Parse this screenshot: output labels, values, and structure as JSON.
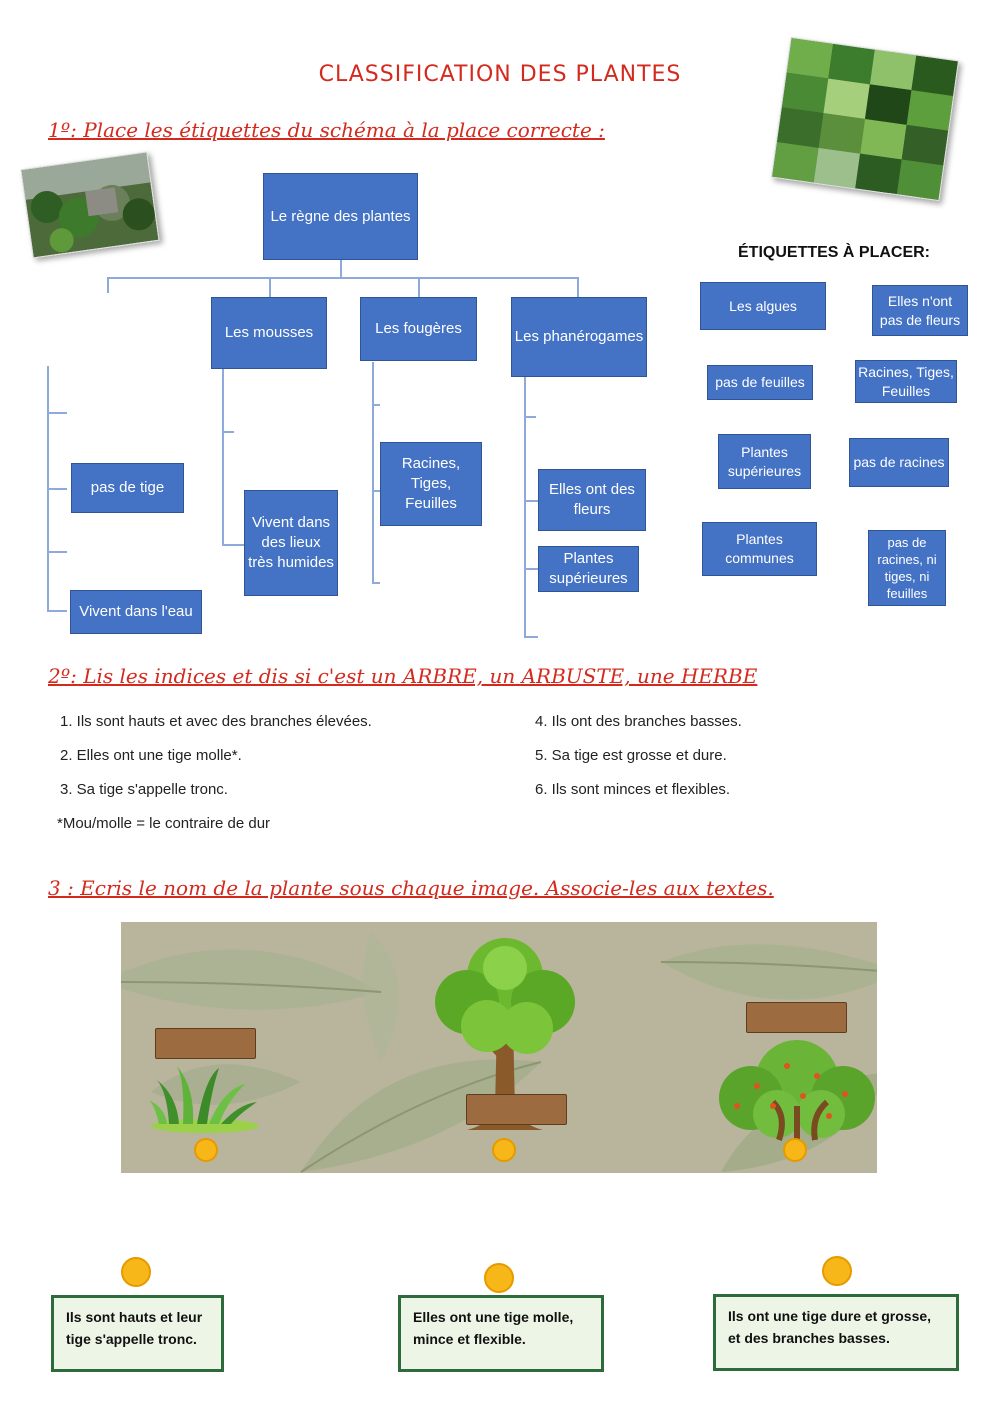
{
  "page": {
    "title": "CLASSIFICATION DES PLANTES",
    "colors": {
      "accent": "#d42a1e",
      "box_blue": "#4472c4",
      "connector": "#8eaadb",
      "slot_brown": "#9c6b3f",
      "dot_yellow": "#f7b718",
      "textbox_green": "#2e6b3b"
    }
  },
  "section1": {
    "heading": "1º: Place les étiquettes du schéma à la place correcte :",
    "tree": {
      "root": "Le règne des plantes",
      "branches": [
        "Les mousses",
        "Les fougères",
        "Les phanérogames"
      ],
      "placed": {
        "col0_a": "pas de tige",
        "col0_b": "Vivent dans l'eau",
        "col1_a": "Vivent dans des lieux très humides",
        "col2_a": "Racines, Tiges, Feuilles",
        "col3_a": "Elles ont des fleurs",
        "col3_b": "Plantes supérieures"
      }
    },
    "labels_title": "ÉTIQUETTES À PLACER:",
    "labels": [
      "Les algues",
      "Elles n'ont pas de fleurs",
      "pas de feuilles",
      "Racines, Tiges, Feuilles",
      "Plantes supérieures",
      "pas de racines",
      "Plantes communes",
      "pas de racines, ni tiges, ni feuilles"
    ]
  },
  "section2": {
    "heading": "2º: Lis les indices et dis si c'est un ARBRE, un ARBUSTE, une HERBE",
    "clues_left": [
      "1. Ils sont hauts et avec des branches élevées.",
      "2. Elles ont une tige molle*.",
      "3. Sa tige s'appelle tronc."
    ],
    "clues_right": [
      "4.  Ils ont des branches basses.",
      "5.  Sa tige est grosse et dure.",
      "6.  Ils sont minces et flexibles."
    ],
    "note": "*Mou/molle = le contraire de dur"
  },
  "section3": {
    "heading": "3 : Ecris le nom de la plante sous chaque image. Associe-les aux textes.",
    "texts": [
      "Ils sont hauts et leur tige s'appelle tronc.",
      "Elles ont une tige molle, mince et flexible.",
      "Ils ont une tige dure et grosse, et des branches basses."
    ]
  }
}
